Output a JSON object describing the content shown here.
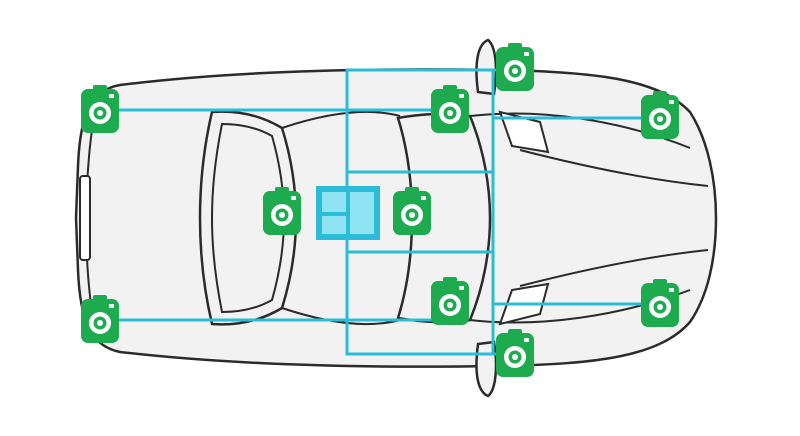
{
  "diagram": {
    "subject": "car-top-view",
    "camera_count": 10,
    "hub_count": 1,
    "colors": {
      "body_fill": "#f2f2f2",
      "body_stroke": "#2b2b2b",
      "wiring": "#2bbcd8",
      "camera_fill": "#1eab4f",
      "camera_lens": "#ffffff",
      "hub_frame": "#2bbcd8",
      "hub_panel": "#8fe3f2"
    },
    "icons": {
      "camera": "camera-icon",
      "hub": "camera-hub-icon"
    }
  }
}
